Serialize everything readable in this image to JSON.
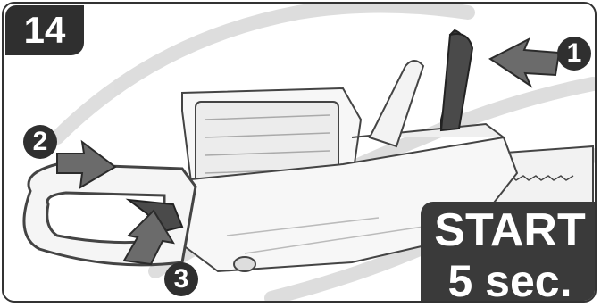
{
  "step_number": "14",
  "callouts": [
    "1",
    "2",
    "3"
  ],
  "start_label": "START",
  "duration_label": "5 sec.",
  "colors": {
    "badge_bg": "#2f2f2f",
    "arrow_fill": "#6b6b6b",
    "start_box_bg": "#3a3a3a",
    "watermark": "#d9d9d9"
  },
  "icons": [
    "chainsaw-illustration",
    "arrow-icon",
    "watermark-logo"
  ]
}
